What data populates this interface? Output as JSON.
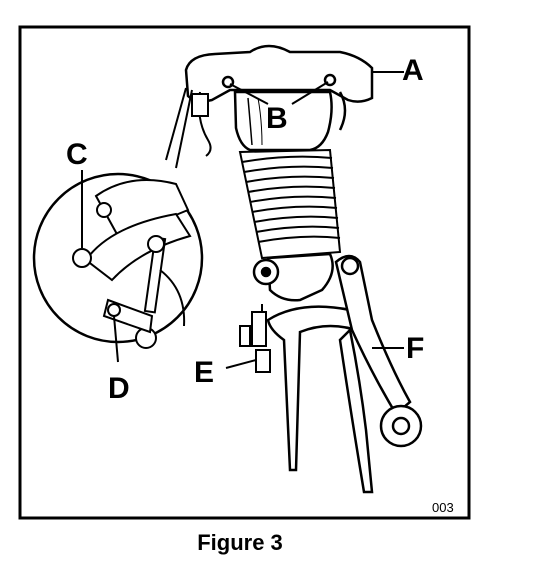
{
  "diagram": {
    "callouts": {
      "a": "A",
      "b": "B",
      "c": "C",
      "d": "D",
      "e": "E",
      "f": "F"
    },
    "code": "003"
  },
  "caption": "Figure 3"
}
